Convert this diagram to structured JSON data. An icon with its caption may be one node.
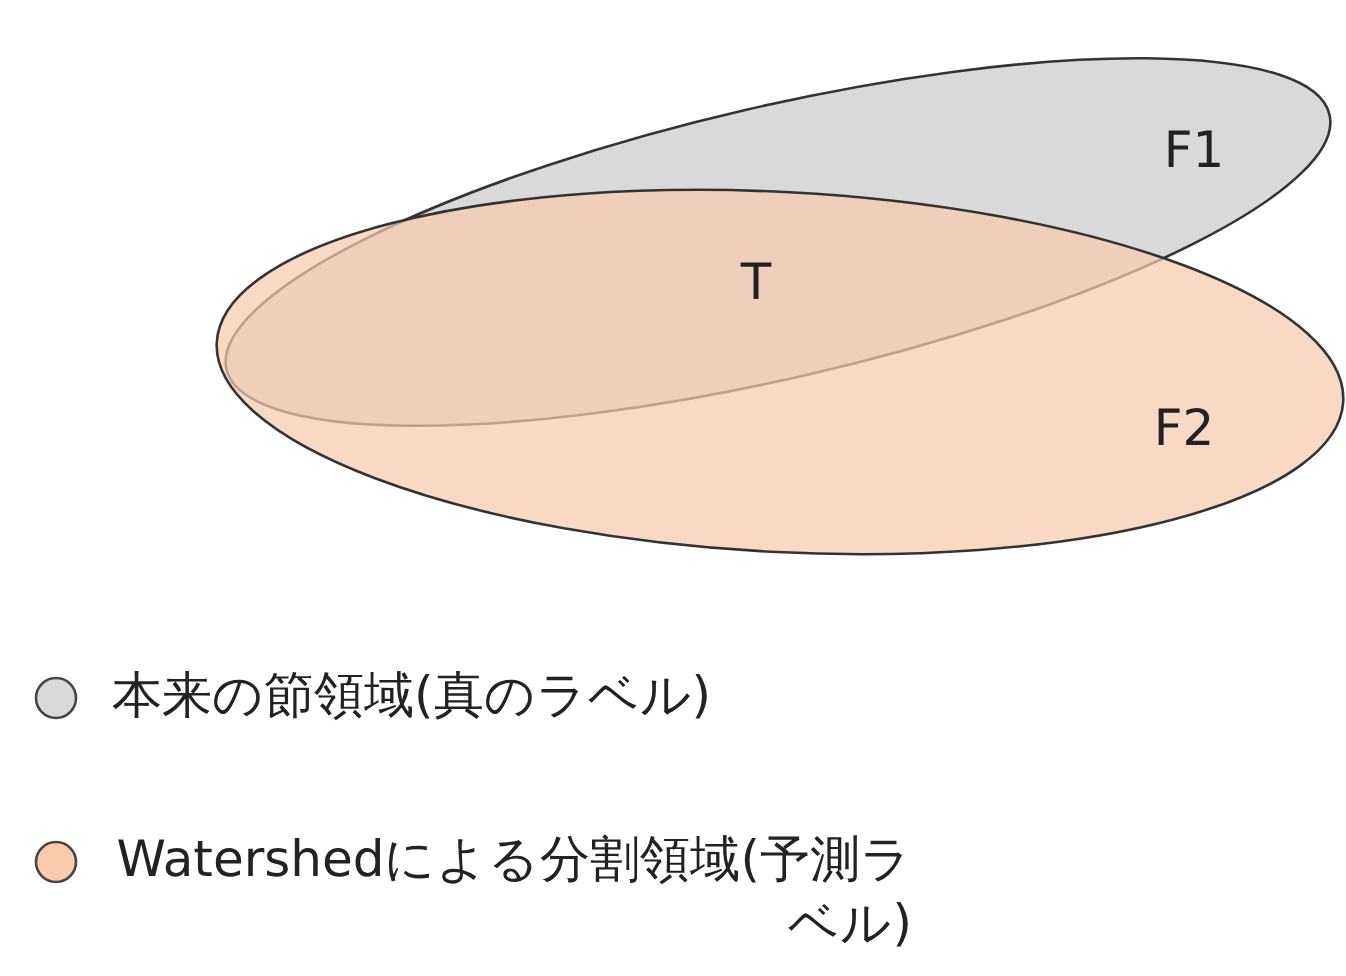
{
  "diagram": {
    "labels": [
      "F1",
      "T",
      "F2"
    ],
    "legend": [
      {
        "text": "本来の節領域(真のラベル)",
        "color": "#d9d9d9"
      },
      {
        "text": "Watershedによる分割領域(予測ラベル)",
        "color": "#f8cbad"
      }
    ]
  }
}
